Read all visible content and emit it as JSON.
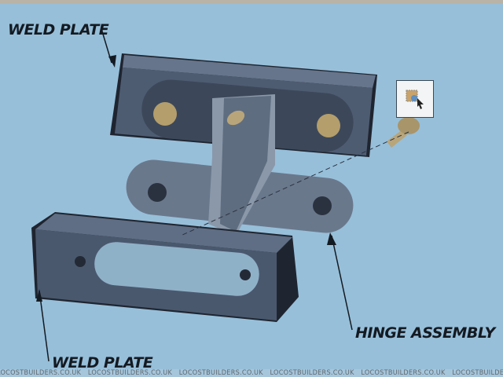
{
  "labels": {
    "top_weld_plate": "WELD PLATE",
    "bottom_weld_plate": "WELD PLATE",
    "hinge_assembly": "HINGE ASSEMBLY"
  },
  "watermark": "LOCOSTBUILDERS.CO.UK",
  "colors": {
    "background": "#97bfd9",
    "plate_face": "#4f5d73",
    "plate_dark": "#1e2430",
    "hinge": "#6f7d90",
    "screw": "#b8a57a"
  }
}
